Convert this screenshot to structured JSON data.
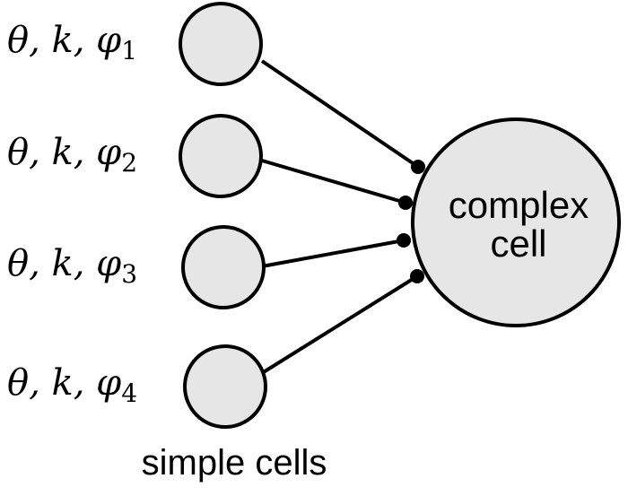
{
  "simple_cells": [
    {
      "label_vars": "θ, k, φ",
      "label_sub": "1"
    },
    {
      "label_vars": "θ, k, φ",
      "label_sub": "2"
    },
    {
      "label_vars": "θ, k, φ",
      "label_sub": "3"
    },
    {
      "label_vars": "θ, k, φ",
      "label_sub": "4"
    }
  ],
  "complex_cell": {
    "line1": "complex",
    "line2": "cell"
  },
  "caption": "simple cells",
  "colors": {
    "node_fill": "#e6e6e6",
    "stroke": "#000000"
  }
}
